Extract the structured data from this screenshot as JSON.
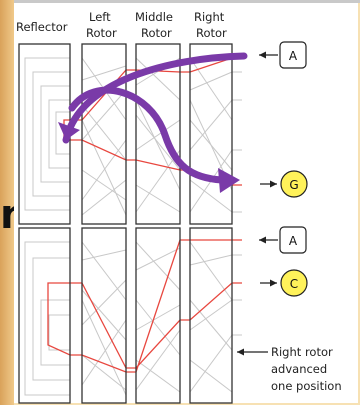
{
  "column_labels": {
    "reflector": "Reflector",
    "left_rotor": [
      "Left",
      "Rotor"
    ],
    "middle_rotor": [
      "Middle",
      "Rotor"
    ],
    "right_rotor": [
      "Right",
      "Rotor"
    ]
  },
  "top_panel": {
    "input_letter": "A",
    "output_letter": "G"
  },
  "bottom_panel": {
    "input_letter": "A",
    "output_letter": "C"
  },
  "annotation": [
    "Right rotor",
    "advanced",
    "one position"
  ],
  "partial_text_left": "n",
  "colors": {
    "signal_path": "#e8473f",
    "arrow": "#7a3aa8",
    "output_highlight": "#fff25a",
    "wiring": "#c8c8c8",
    "outline": "#333333"
  }
}
